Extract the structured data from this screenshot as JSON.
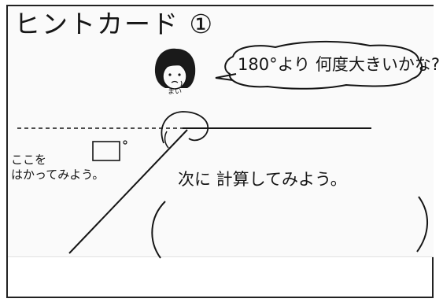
{
  "card": {
    "title": "ヒントカード ①"
  },
  "speech_bubble": {
    "text": "180°より 何度大きいかな?"
  },
  "character": {
    "name": "まい"
  },
  "measure_hint": {
    "line1": "ここを",
    "line2": "はかってみよう。"
  },
  "instruction": {
    "text": "次に 計算してみよう。"
  },
  "colors": {
    "ink": "#151515",
    "paper": "#fafafa",
    "frame": "#222222"
  }
}
